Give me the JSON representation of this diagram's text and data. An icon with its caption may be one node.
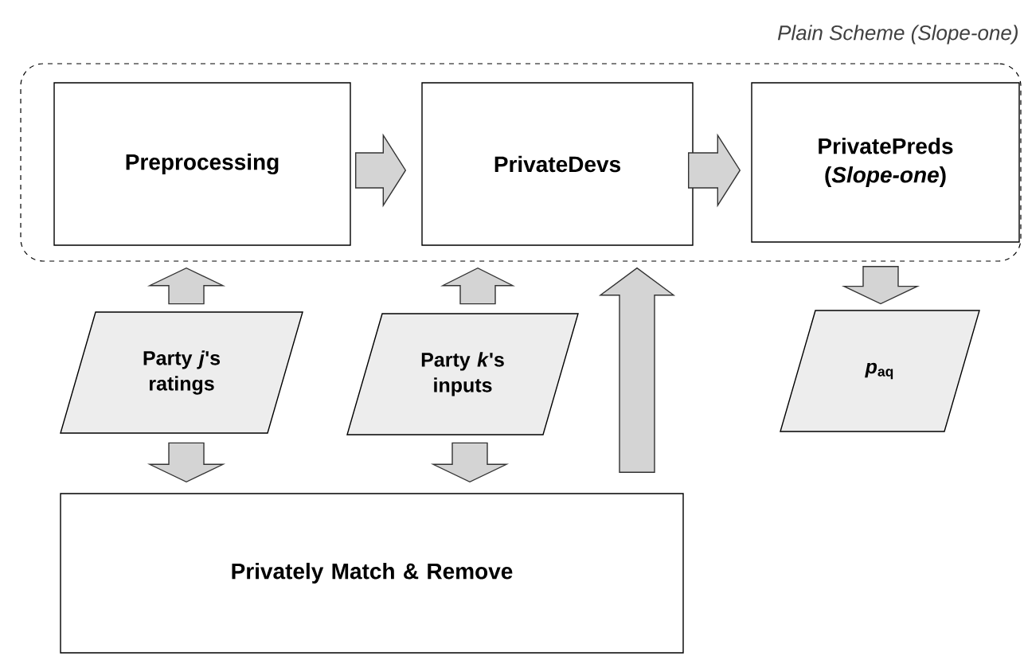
{
  "diagram": {
    "nodes": [
      {
        "text": [
          "Plain Scheme (*Slope-one*)"
        ]
      },
      {
        "text": [
          "Preprocessing"
        ],
        "in": 0
      },
      {
        "text": [
          "PrivateDevs"
        ],
        "in": 0
      },
      {
        "text": [
          "PrivatePreds (*Slope-one*)"
        ],
        "in": 0
      },
      {
        "text": [
          "Party *j*'s ratings"
        ]
      },
      {
        "text": [
          "Party *k*'s inputs"
        ]
      },
      {
        "text": [
          "*p*$_{aq}$"
        ]
      },
      {
        "text": [
          "Privately Match & Remove"
        ]
      }
    ],
    "edges": [
      {
        "from": 1,
        "to": 2,
        "arrow": "to"
      },
      {
        "from": 2,
        "to": 3,
        "arrow": "to"
      },
      {
        "from": 4,
        "to": 1,
        "arrow": "to"
      },
      {
        "from": 5,
        "to": 2,
        "arrow": "to"
      },
      {
        "from": 7,
        "to": 2,
        "arrow": "to"
      },
      {
        "from": 3,
        "to": 6,
        "arrow": "to"
      },
      {
        "from": 4,
        "to": 7,
        "arrow": "to"
      },
      {
        "from": 5,
        "to": 7,
        "arrow": "to"
      }
    ]
  }
}
